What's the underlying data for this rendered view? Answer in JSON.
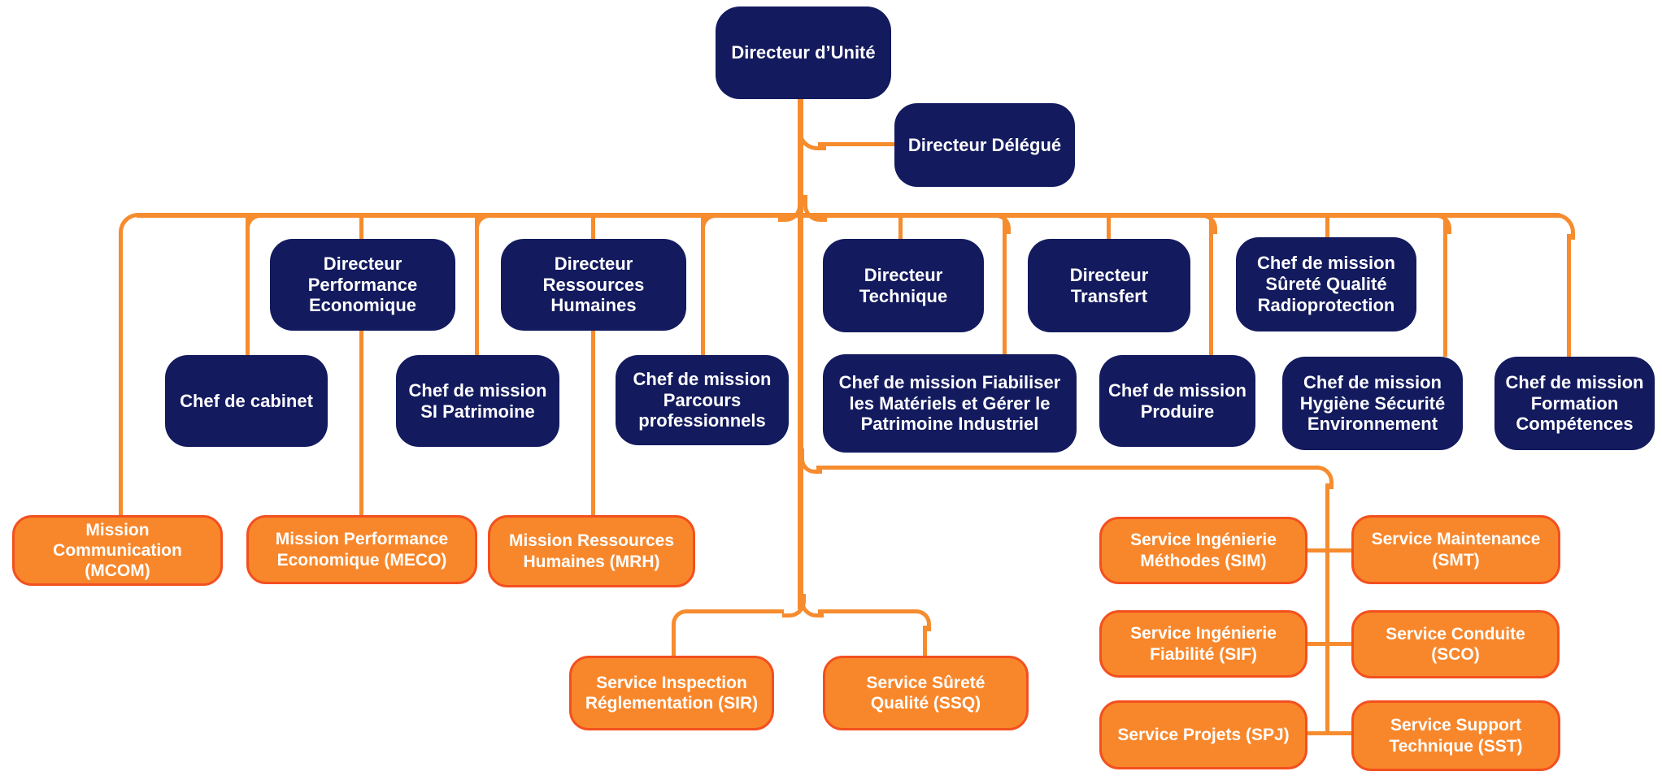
{
  "colors": {
    "navy": "#131A5E",
    "orange-fill": "#F8872B",
    "orange-border": "#F3501F",
    "line": "#F68C2E",
    "text": "#FFFFFF"
  },
  "nodes": {
    "du": {
      "label": "Directeur d’Unité"
    },
    "dd": {
      "label": "Directeur Délégué"
    },
    "dpe": {
      "label": "Directeur\nPerformance\nEconomique"
    },
    "drh": {
      "label": "Directeur\nRessources\nHumaines"
    },
    "dt": {
      "label": "Directeur\nTechnique"
    },
    "dtr": {
      "label": "Directeur\nTransfert"
    },
    "sqr": {
      "label": "Chef de mission\nSûreté Qualité\nRadioprotection"
    },
    "cab": {
      "label": "Chef de cabinet"
    },
    "sip": {
      "label": "Chef de mission\nSI Patrimoine"
    },
    "pp": {
      "label": "Chef de mission\nParcours\nprofessionnels"
    },
    "fmgpi": {
      "label": "Chef de mission Fiabiliser\nles Matériels et Gérer le\nPatrimoine Industriel"
    },
    "prod": {
      "label": "Chef de mission\nProduire"
    },
    "hse": {
      "label": "Chef de mission\nHygiène Sécurité\nEnvironnement"
    },
    "fc": {
      "label": "Chef de mission\nFormation\nCompétences"
    },
    "mcom": {
      "label": "Mission\nCommunication\n(MCOM)"
    },
    "meco": {
      "label": "Mission Performance\nEconomique (MECO)"
    },
    "mrh": {
      "label": "Mission Ressources\nHumaines (MRH)"
    },
    "sir": {
      "label": "Service Inspection\nRéglementation (SIR)"
    },
    "ssq": {
      "label": "Service Sûreté\nQualité (SSQ)"
    },
    "sim": {
      "label": "Service Ingénierie\nMéthodes (SIM)"
    },
    "smt": {
      "label": "Service Maintenance\n(SMT)"
    },
    "sif": {
      "label": "Service Ingénierie\nFiabilité (SIF)"
    },
    "sco": {
      "label": "Service Conduite\n(SCO)"
    },
    "spj": {
      "label": "Service Projets (SPJ)"
    },
    "sst": {
      "label": "Service Support\nTechnique (SST)"
    }
  }
}
